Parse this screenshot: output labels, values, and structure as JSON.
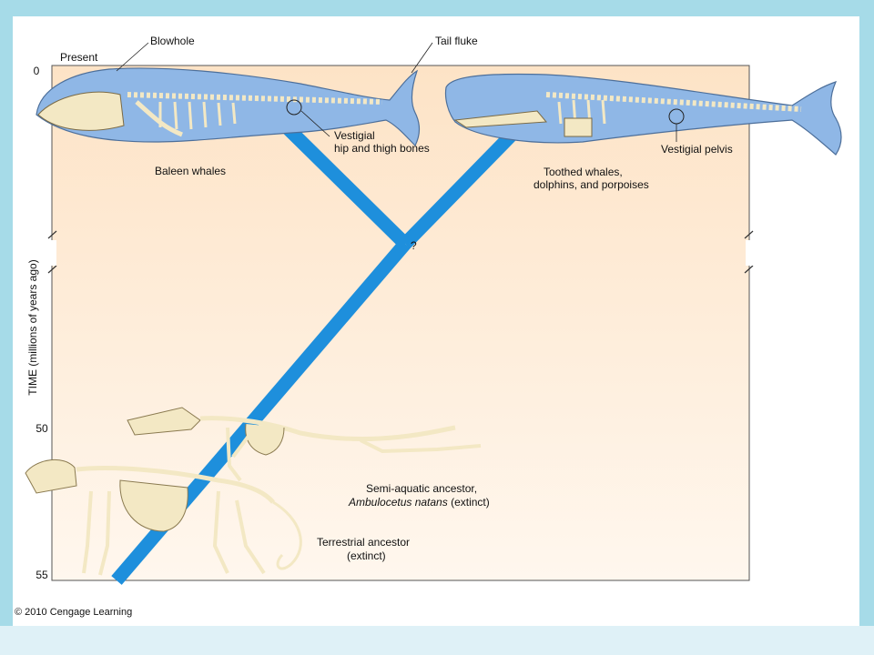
{
  "labels": {
    "present": "Present",
    "blowhole": "Blowhole",
    "tail_fluke": "Tail fluke",
    "vestigial_hip_1": "Vestigial",
    "vestigial_hip_2": "hip and thigh bones",
    "baleen_whales": "Baleen whales",
    "toothed_1": "Toothed whales,",
    "toothed_2": "dolphins, and porpoises",
    "vestigial_pelvis": "Vestigial pelvis",
    "unknown_node": "?",
    "semi_aquatic_1": "Semi-aquatic ancestor,",
    "semi_aquatic_species": "Ambulocetus natans",
    "semi_aquatic_extinct": " (extinct)",
    "terrestrial_1": "Terrestrial ancestor",
    "terrestrial_2": "(extinct)",
    "time_axis": "TIME (millions of years ago)",
    "tick_0": "0",
    "tick_50": "50",
    "tick_55": "55",
    "copyright": "© 2010 Cengage Learning"
  },
  "colors": {
    "outer_background": "#a6dbe8",
    "panel": "#ffffff",
    "plot_background": "#fde3c6",
    "branch": "#1e8fdc",
    "whale_body": "#8fb7e6",
    "bone": "#f3e8c4",
    "footer_strip": "#dff1f7"
  }
}
